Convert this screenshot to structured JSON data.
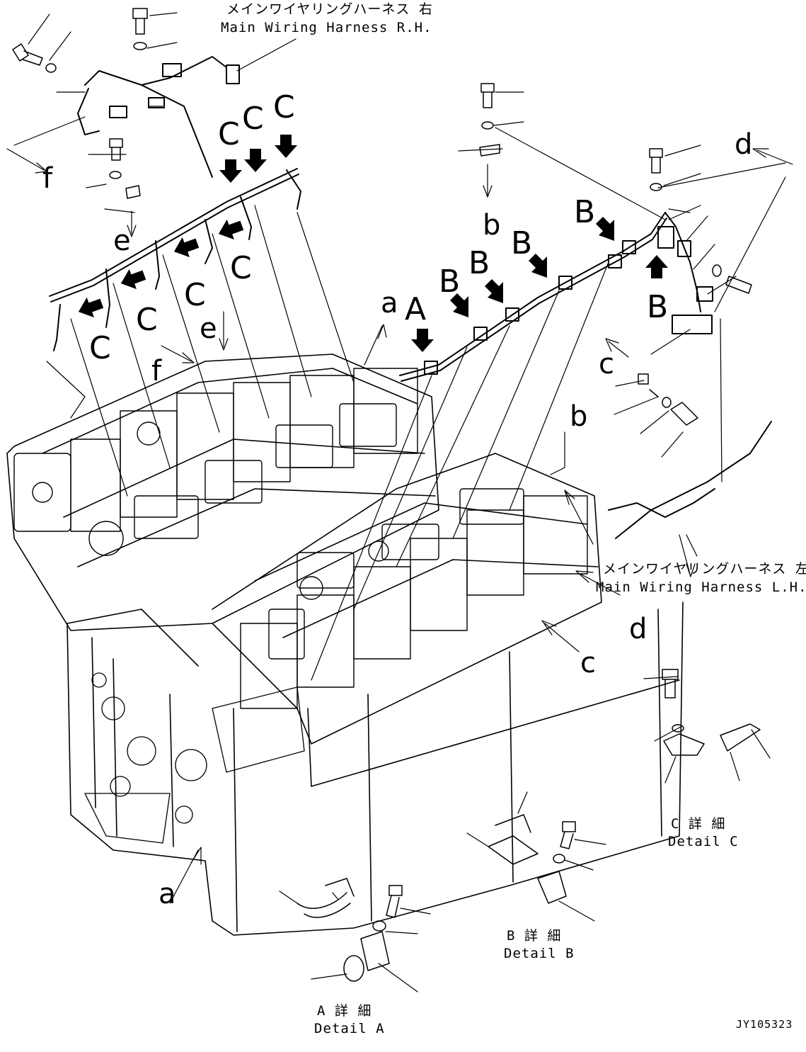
{
  "harness_labels": {
    "right_jp": "メインワイヤリングハーネス 右",
    "right_en": "Main Wiring Harness R.H.",
    "left_jp": "メインワイヤリングハーネス 左",
    "left_en": "Main Wiring Harness L.H."
  },
  "details": {
    "a_jp": "A 詳 細",
    "a_en": "Detail A",
    "b_jp": "B 詳 細",
    "b_en": "Detail B",
    "c_jp": "C 詳 細",
    "c_en": "Detail C"
  },
  "callouts": {
    "A": "A",
    "B": "B",
    "C": "C",
    "a": "a",
    "b": "b",
    "c": "c",
    "d": "d",
    "e": "e",
    "f": "f"
  },
  "drawing_code": "JY105323"
}
